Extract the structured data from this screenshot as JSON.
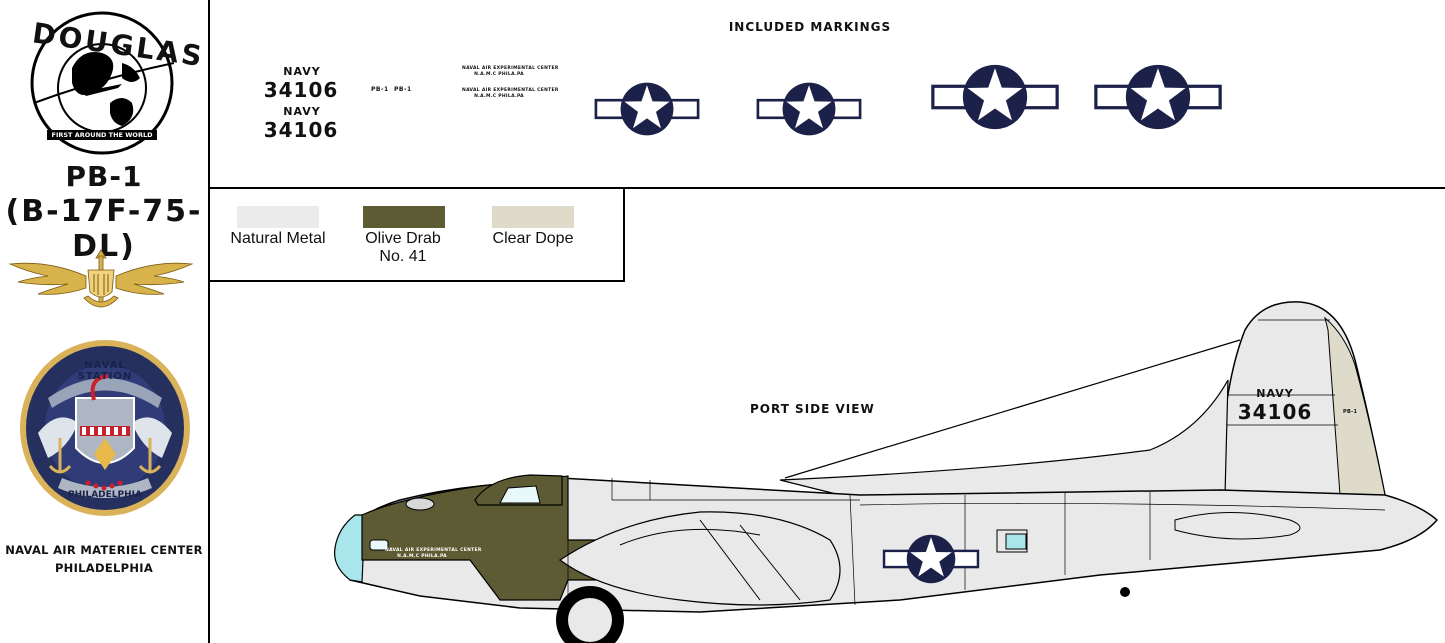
{
  "sidebar": {
    "logo_text": "DOUGLAS",
    "logo_tagline": "FIRST AROUND THE WORLD",
    "model": "PB-1",
    "variant": "(B-17F-75-DL)",
    "seal_top_text": "NAVAL STATION",
    "seal_bottom_text": "PHILADELPHIA",
    "unit_line1": "NAVAL AIR MATERIEL CENTER",
    "unit_line2": "PHILADELPHIA"
  },
  "markings": {
    "title": "INCLUDED MARKINGS",
    "navy_label": "NAVY",
    "serial": "34106",
    "type_code": "PB-1",
    "center_line1": "NAVAL AIR EXPERIMENTAL CENTER",
    "center_line2": "N.A.M.C PHILA.PA"
  },
  "legend": [
    {
      "label": "Natural Metal",
      "color": "#ebebeb"
    },
    {
      "label": "Olive Drab No. 41",
      "color": "#5c5b34"
    },
    {
      "label": "Clear Dope",
      "color": "#dedbcb"
    }
  ],
  "view_title": "PORT SIDE VIEW",
  "colors": {
    "insignia_blue": "#1b2148",
    "natural_metal": "#e9e9e9",
    "olive_drab": "#5c5b34",
    "clear_dope": "#dedbcb",
    "glazing": "#a8e6ec"
  }
}
